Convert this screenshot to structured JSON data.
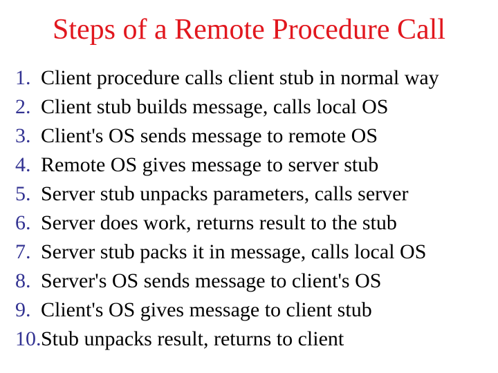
{
  "slide": {
    "title": "Steps of a Remote Procedure Call",
    "colors": {
      "background": "#ffffff",
      "title": "#e1171e",
      "step_number": "#333392",
      "step_text": "#000000"
    },
    "steps": [
      {
        "number": "1.",
        "text": "Client procedure calls client stub in normal way"
      },
      {
        "number": "2.",
        "text": "Client stub builds message, calls local OS"
      },
      {
        "number": "3.",
        "text": "Client's OS sends message to remote OS"
      },
      {
        "number": "4.",
        "text": "Remote OS gives message to server stub"
      },
      {
        "number": "5.",
        "text": "Server stub unpacks parameters, calls server"
      },
      {
        "number": "6.",
        "text": "Server does work, returns result to the stub"
      },
      {
        "number": "7.",
        "text": "Server stub packs it in message, calls local OS"
      },
      {
        "number": "8.",
        "text": "Server's OS sends message to client's OS"
      },
      {
        "number": "9.",
        "text": "Client's OS gives message to client stub"
      },
      {
        "number": "10.",
        "text": "Stub unpacks result, returns to client"
      }
    ]
  }
}
